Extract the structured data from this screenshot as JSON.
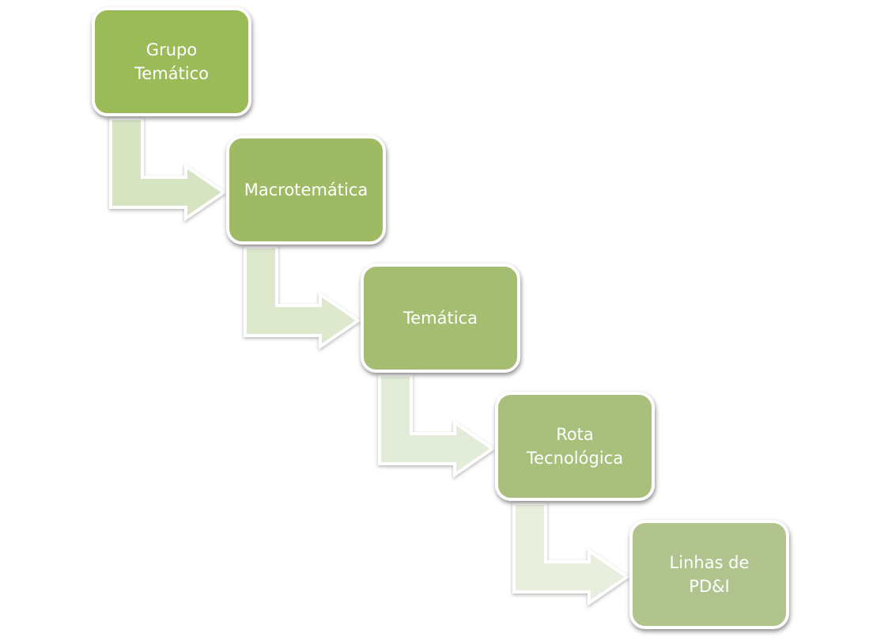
{
  "diagram": {
    "steps": [
      {
        "label": "Grupo Temático"
      },
      {
        "label": "Macrotemática"
      },
      {
        "label": "Temática"
      },
      {
        "label": "Rota Tecnológica"
      },
      {
        "label": "Linhas de PD&I"
      }
    ],
    "colors": {
      "box_fills": [
        "#9bbb59",
        "#9fba64",
        "#a4bd71",
        "#a9c07d",
        "#b1c48e"
      ],
      "connector_fills": [
        "#d7e4c2",
        "#dde8cd",
        "#e3ecd8",
        "#e8efdf"
      ],
      "border": "#ffffff"
    }
  }
}
